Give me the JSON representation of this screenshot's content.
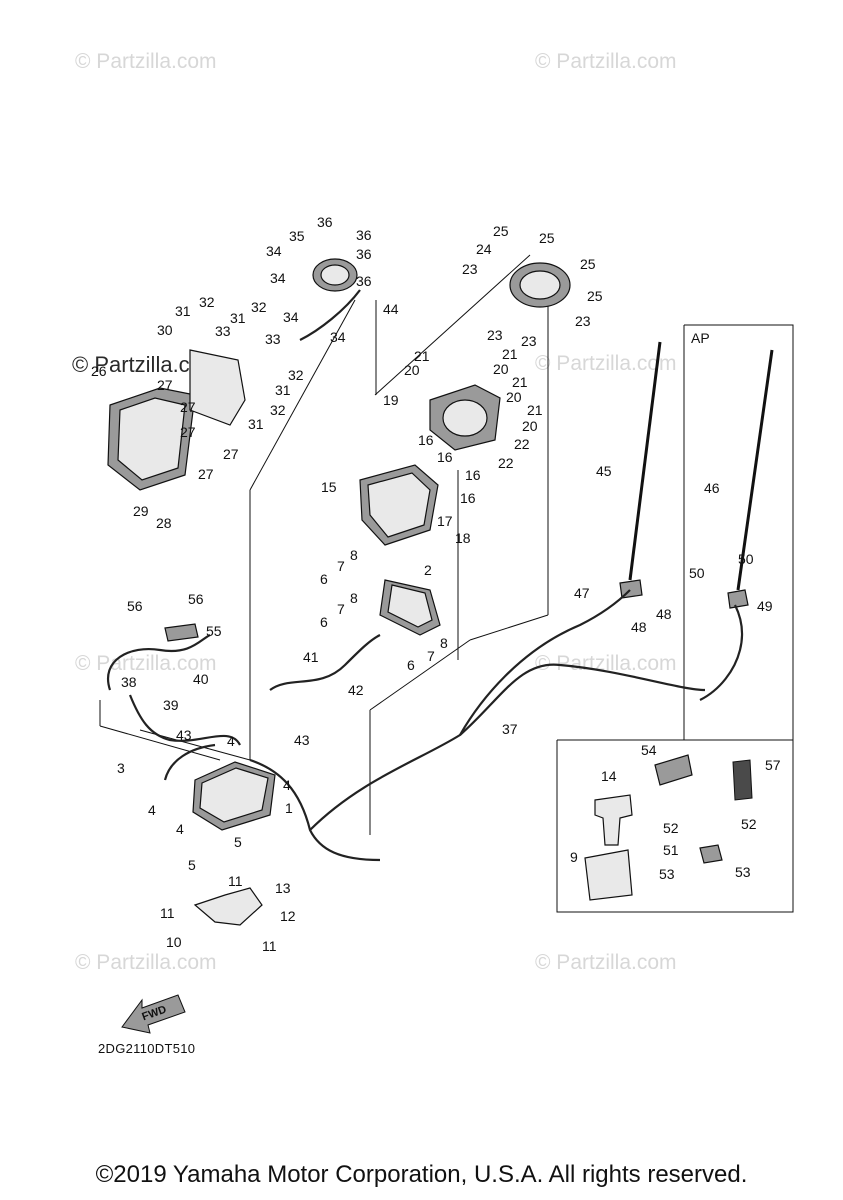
{
  "watermarks": {
    "top_left": "© Partzilla.com",
    "top_right": "© Partzilla.com",
    "mid_left": "© Partzilla.com",
    "mid_center": "© Partzilla.com",
    "lower_left": "© Partzilla.com",
    "lower_center": "© Partzilla.com",
    "bottom_left": "© Partzilla.com",
    "bottom_center": "© Partzilla.com",
    "dark_left": "© Partzilla.com"
  },
  "inset_label": "AP",
  "fwd_label": "FWD",
  "diagram_code": "2DG2110DT510",
  "copyright": "©2019 Yamaha Motor Corporation, U.S.A. All rights reserved.",
  "callouts": [
    "1",
    "2",
    "3",
    "4",
    "5",
    "6",
    "7",
    "8",
    "9",
    "10",
    "11",
    "12",
    "13",
    "14",
    "15",
    "16",
    "17",
    "18",
    "19",
    "20",
    "21",
    "22",
    "23",
    "24",
    "25",
    "26",
    "27",
    "28",
    "29",
    "30",
    "31",
    "32",
    "33",
    "34",
    "35",
    "36",
    "37",
    "38",
    "39",
    "40",
    "41",
    "42",
    "43",
    "44",
    "45",
    "46",
    "47",
    "48",
    "49",
    "50",
    "51",
    "52",
    "53",
    "54",
    "55",
    "56",
    "57"
  ]
}
